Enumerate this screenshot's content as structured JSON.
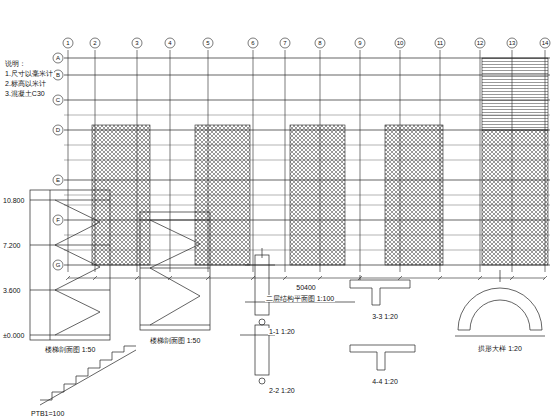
{
  "diagram": {
    "labels": [
      "说明：",
      "1.尺寸以毫米计",
      "2.标高以米计",
      "3.混凝土C30",
      "二层结构平面图 1:100",
      "楼梯剖面图 1:50",
      "楼梯剖面图 1:50",
      "1-1 1:20",
      "2-2 1:20",
      "3-3 1:20",
      "4-4 1:20",
      "拱形大样 1:20",
      "PTB1=100",
      "50400",
      "10.800",
      "7.200",
      "3.600",
      "±0.000",
      "1",
      "2",
      "3",
      "4",
      "5",
      "6",
      "7",
      "8",
      "9",
      "10",
      "11",
      "12",
      "13",
      "14",
      "A",
      "B",
      "C",
      "D",
      "E",
      "F",
      "G"
    ]
  }
}
